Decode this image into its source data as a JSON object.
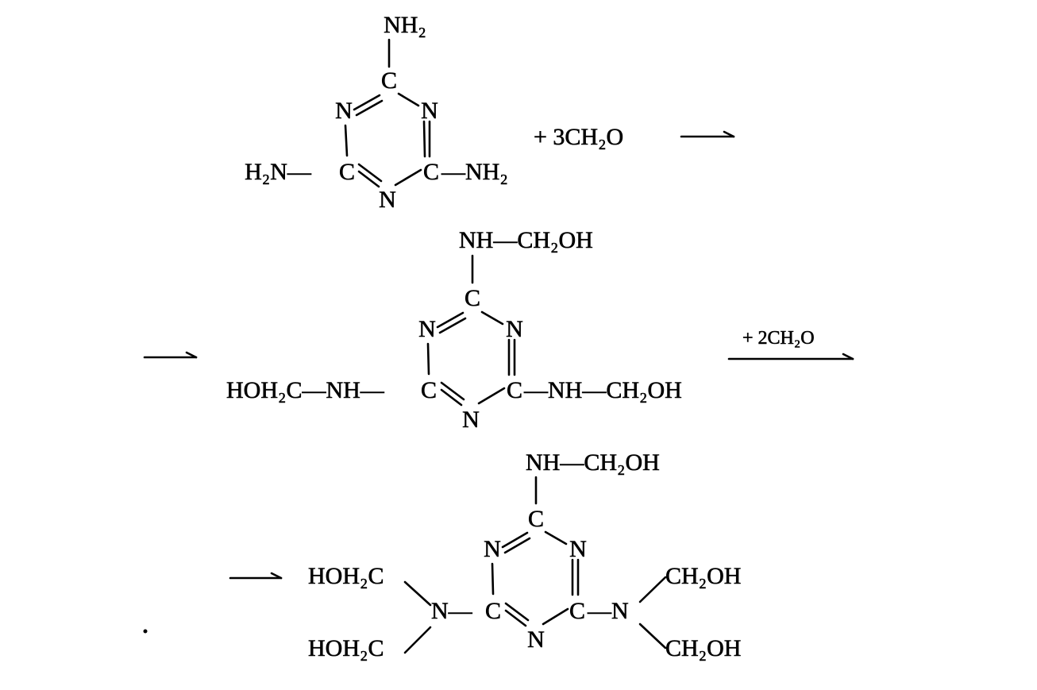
{
  "melamine": {
    "top": "NH₂",
    "c_top": "C",
    "n_left": "N",
    "n_right": "N",
    "left_group": "H₂N—",
    "c_left": "C",
    "c_right": "C",
    "right_group": "—NH₂",
    "n_bottom": "N"
  },
  "reagent_1": "+ 3CH₂O",
  "trimethylol": {
    "top": "NH—CH₂OH",
    "c_top": "C",
    "n_left": "N",
    "n_right": "N",
    "left_group": "HOH₂C—NH—",
    "c_left": "C",
    "c_right": "C",
    "right_group": "—NH—CH₂OH",
    "n_bottom": "N"
  },
  "reagent_2": "+ 2CH₂O",
  "pentamethylol": {
    "top": "NH—CH₂OH",
    "c_top": "C",
    "n_left": "N",
    "n_right": "N",
    "left_upper": "HOH₂C",
    "left_lower": "HOH₂C",
    "n_amine_left": "N—",
    "c_left": "C",
    "c_right": "C",
    "n_amine_right": "—N",
    "right_upper": "CH₂OH",
    "right_lower": "CH₂OH",
    "n_bottom": "N"
  }
}
